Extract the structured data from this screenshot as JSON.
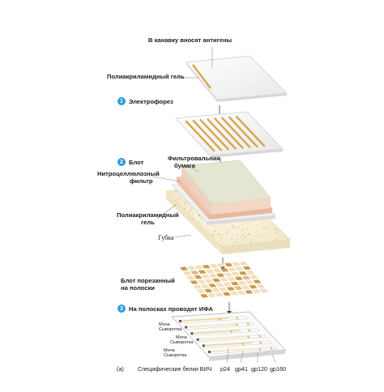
{
  "labels": {
    "antigens": "В канавку вносят антигены",
    "gel1": "Полиакриламидный гель",
    "filter_paper_1": "Фильтровальная",
    "filter_paper_2": "бумага",
    "nitro_1": "Нитроцеллюлозный",
    "nitro_2": "фильтр",
    "gel2_1": "Полиакриламидный",
    "gel2_2": "гель",
    "sponge": "Губка",
    "cut_1": "Блот порезанный",
    "cut_2": "на полоски",
    "strip1_a": "Моча",
    "strip1_b": "Сыворотка",
    "strip2_a": "Моча",
    "strip2_b": "Сыворотка",
    "strip3_a": "Моча",
    "strip3_b": "Сыворотка",
    "bottom": "Специфические белки ВИЧ",
    "panel": "(a)"
  },
  "steps": [
    {
      "num": "1",
      "text": "Электрофорез"
    },
    {
      "num": "2",
      "text": "Блот"
    },
    {
      "num": "3",
      "text": "На полосках проводят ИФА"
    }
  ],
  "proteins": [
    "p24",
    "gp41",
    "gp120",
    "gp160"
  ],
  "colors": {
    "band": "#d8a64a",
    "accent": "#2f9bd6",
    "gel": "#f3f3f3",
    "filter_paper": "#e4e6d2",
    "nitro": "#f1c9b3",
    "sponge": "#f5efd6"
  }
}
